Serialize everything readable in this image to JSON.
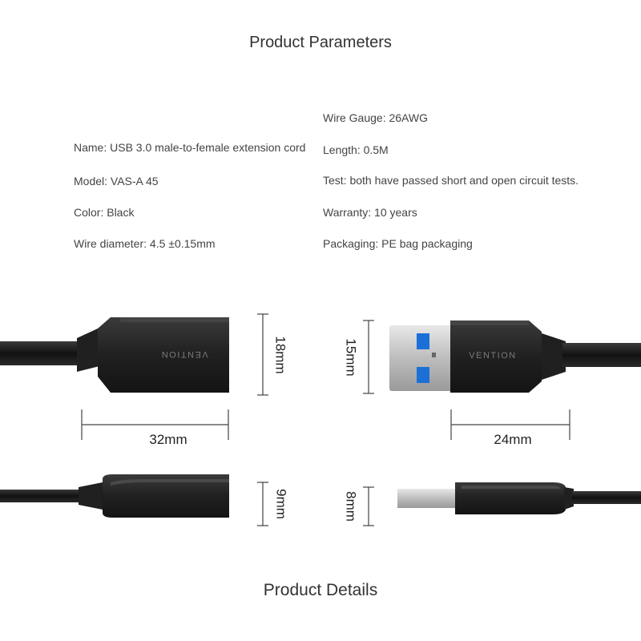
{
  "params_title": "Product Parameters",
  "details_title": "Product Details",
  "specs_left": [
    "Name: USB 3.0 male-to-female extension cord",
    "Model: VAS-A 45",
    "Color: Black",
    "Wire diameter: 4.5 ±0.15mm"
  ],
  "specs_right": [
    "Wire Gauge: 26AWG",
    "Length: 0.5M",
    "Test: both have passed short and open circuit tests.",
    "Warranty: 10 years",
    "Packaging: PE bag packaging"
  ],
  "dimensions": {
    "female_height": "18mm",
    "female_length": "32mm",
    "male_height": "15mm",
    "male_length": "24mm",
    "female_thickness": "9mm",
    "male_thickness": "8mm"
  },
  "brand": "VENTION",
  "colors": {
    "cable": "#1a1a1a",
    "connector": "#262626",
    "plug_metal": "#c9c9c9",
    "usb3_tongue": "#1d6fd8",
    "dim_line": "#444444"
  }
}
